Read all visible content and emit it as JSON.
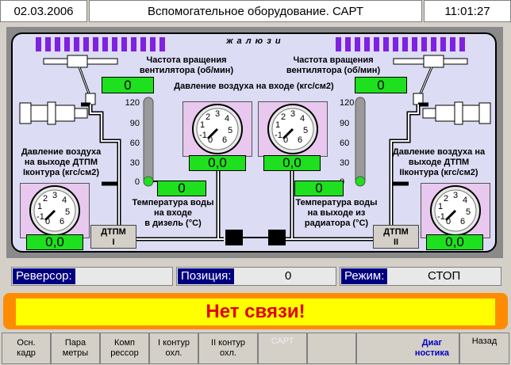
{
  "header": {
    "date": "02.03.2006",
    "title": "Вспомогательное оборудование. САРТ",
    "time": "11:01:27"
  },
  "diagram": {
    "blinds_label": "ж а л ю з и",
    "fan_speed_label_left": "Частота вращения\nвентилятора (об/мин)",
    "fan_speed_label_right": "Частота вращения\nвентилятора (об/мин)",
    "fan_speed_left": "0",
    "fan_speed_right": "0",
    "air_inlet_label": "Давление воздуха на входе (кгс/см2)",
    "air_inlet_left": "0,0",
    "air_inlet_right": "0,0",
    "air_out_label_left": "Давление воздуха\nна выходе ДТПМ\nIконтура (кгс/см2)",
    "air_out_label_right": "Давление воздуха на\nвыходе ДТПМ\nIIконтура (кгс/см2)",
    "air_out_left": "0,0",
    "air_out_right": "0,0",
    "water_in_label": "Температура воды\nна входе\nв дизель (°С)",
    "water_out_label": "Температура воды\nна выходе из\nрадиатора (°С)",
    "water_in": "0",
    "water_out": "0",
    "thermo_ticks": [
      "120",
      "90",
      "60",
      "30",
      "0"
    ],
    "gauge_ticks": [
      "-1",
      "0",
      "1",
      "2",
      "3",
      "4",
      "5",
      "6"
    ],
    "dtpm_left": "ДТПМ\nI",
    "dtpm_right": "ДТПМ\nII"
  },
  "status": {
    "reverser_label": "Реверсор:",
    "reverser_value": "",
    "position_label": "Позиция:",
    "position_value": "0",
    "mode_label": "Режим:",
    "mode_value": "СТОП"
  },
  "alarm": {
    "text": "Нет связи!"
  },
  "buttons": [
    {
      "label": "Осн.\nкадр"
    },
    {
      "label": "Пара\nметры"
    },
    {
      "label": "Комп\nрессор"
    },
    {
      "label": "I контур\nохл."
    },
    {
      "label": "II контур\nохл."
    },
    {
      "label": "САРТ"
    },
    {
      "label": ""
    },
    {
      "label": "Диаг\nностика"
    },
    {
      "label": "Назад"
    }
  ],
  "colors": {
    "value_green": "#1ee01e",
    "panel_bg": "#dcdcf4",
    "blinds": "#8020e0",
    "alarm_text": "#e00000",
    "label_navy": "#000080"
  }
}
